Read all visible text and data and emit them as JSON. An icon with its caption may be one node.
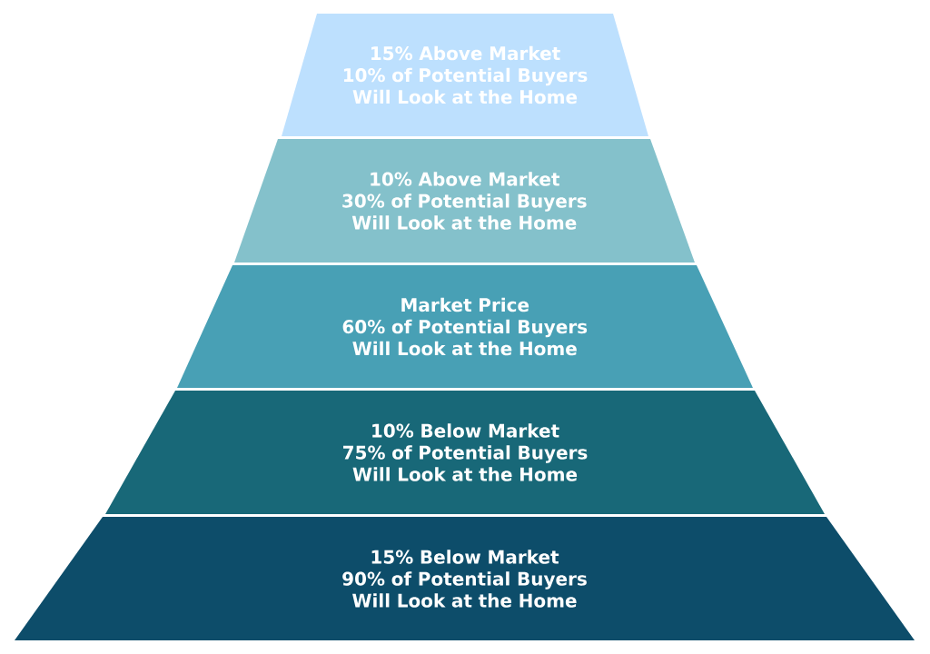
{
  "diagram": {
    "nodes": [
      {
        "text": [
          "15% Above Market",
          "10% of Potential Buyers Will Look at the Home"
        ]
      },
      {
        "text": [
          "10% Above Market",
          "30% of Potential Buyers Will Look at the Home"
        ]
      },
      {
        "text": [
          "Market Price",
          "60% of Potential Buyers Will Look at the Home"
        ]
      },
      {
        "text": [
          "10% Below Market",
          "75% of Potential Buyers Will Look at the Home"
        ]
      },
      {
        "text": [
          "15% Below Market",
          "90% of Potential Buyers Will Look at the Home"
        ]
      }
    ]
  }
}
